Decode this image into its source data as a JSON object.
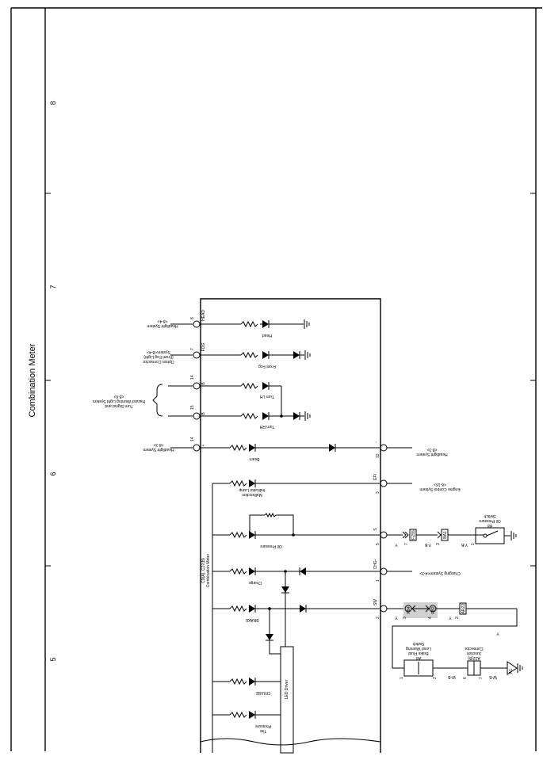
{
  "page_title": "Combination Meter",
  "zones": [
    "8",
    "7",
    "6",
    "5"
  ],
  "meter": {
    "code": "C9(A), C27(B)",
    "name": "Combination Meter",
    "driver": "LED Driver"
  },
  "rows": {
    "head": {
      "term": "HEAD",
      "pin": "8",
      "lamp": "Head",
      "ref": "Headlight System",
      "ref_code": "<8-4>"
    },
    "fog": {
      "term": "FOG",
      "pin": "7",
      "lamp": "Front Fog",
      "ref1": "Option Connector",
      "ref2": "(Front Fog Light)",
      "ref3": "System<8-4>"
    },
    "turn_lh": {
      "term": "B",
      "pin": "14",
      "lamp": "Turn LH"
    },
    "turn_rh": {
      "term": "B",
      "pin": "15",
      "lamp": "Turn RH"
    },
    "turn_ref": {
      "line1": "Turn Signal and",
      "line2": "Hazard Warning Light System",
      "line3": "<8-6>"
    },
    "beam": {
      "pin_l": "14",
      "sign_l": "+",
      "lamp": "Beam",
      "pin_r": "12",
      "sign_r": "-",
      "ref": "Headlight System",
      "ref_code": "<8-3>"
    },
    "malf": {
      "term": "EFI",
      "pin": "3",
      "lamp1": "Malfunction",
      "lamp2": "Indicator Lamp",
      "ref1": "Engine Control System",
      "ref2": "<6-16>"
    },
    "oil": {
      "term": "S",
      "pin": "5",
      "lamp": "Oil Pressure",
      "wire1": "Y",
      "conn1": "FZ55",
      "conn1_pin": "7",
      "wire2": "Y-B",
      "conn2": "BA1",
      "conn2_pin": "3",
      "sw_pin": "1",
      "sw_code": "B8",
      "sw_name1": "Oil Pressure",
      "sw_name2": "Switch"
    },
    "charge": {
      "term": "CHG-",
      "pin": "1",
      "lamp": "Charge",
      "ref": "Charging System<4-3>"
    },
    "brake": {
      "term": "SW",
      "pin": "2",
      "lamp": "BRAKE",
      "wire": "Y",
      "conn_a": "FB4",
      "conn_b": "FB2",
      "pin_a": "3",
      "pin_b": "4",
      "conn3": "ARZ2",
      "conn3_pin": "3",
      "wire2": "Y"
    },
    "brake_sw": {
      "code": "A8",
      "name1": "Brake Fluid",
      "name2": "Level Warning",
      "name3": "Switch",
      "pin1": "1",
      "pin2": "2"
    },
    "jc": {
      "code": "A32(B)",
      "name1": "Junction",
      "name2": "Connector",
      "pin_a": "6",
      "pin_b": "7",
      "wire": "W-B",
      "wire2": "W-B",
      "ground": "A1"
    },
    "cruise": {
      "lamp": "CRUISE"
    },
    "tire": {
      "lamp1": "Tire",
      "lamp2": "Pressure"
    }
  }
}
